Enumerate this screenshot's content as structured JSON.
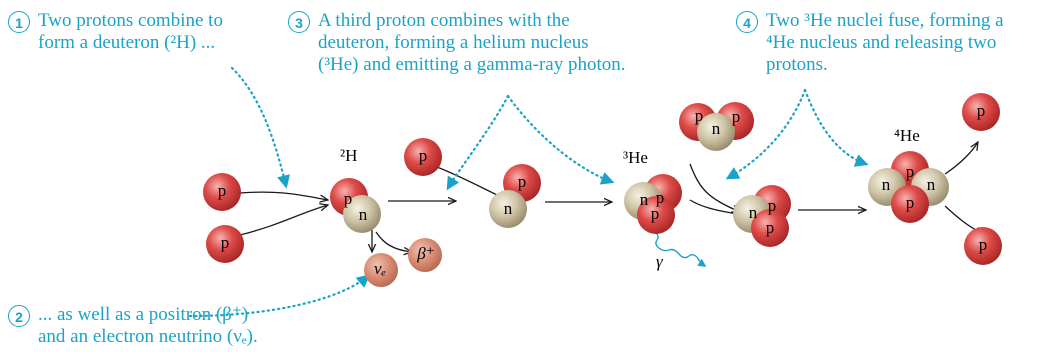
{
  "colors": {
    "caption": "#1aa3c8",
    "proton": "#d63a3a",
    "neutron": "#b9ac8e",
    "positron": "#d98b74",
    "neutrino": "#d48d73",
    "arrow": "#1a1a1a"
  },
  "steps": [
    {
      "number": "1",
      "lines": [
        "Two protons combine to",
        "form a deuteron (²H) ..."
      ]
    },
    {
      "number": "2",
      "lines": [
        "... as well as a positron (β⁺)",
        "and an electron neutrino (νₑ)."
      ]
    },
    {
      "number": "3",
      "lines": [
        "A third proton combines with the",
        "deuteron, forming a helium nucleus",
        "(³He) and emitting a gamma-ray photon."
      ]
    },
    {
      "number": "4",
      "lines": [
        "Two ³He nuclei fuse, forming a",
        "⁴He nucleus and releasing two",
        "protons."
      ]
    }
  ],
  "labels": {
    "deuteron": "²H",
    "helium3": "³He",
    "helium4": "⁴He",
    "gamma": "γ",
    "positron": "β⁺",
    "neutrino": "νₑ"
  },
  "particle_letters": {
    "proton": "p",
    "neutron": "n"
  }
}
